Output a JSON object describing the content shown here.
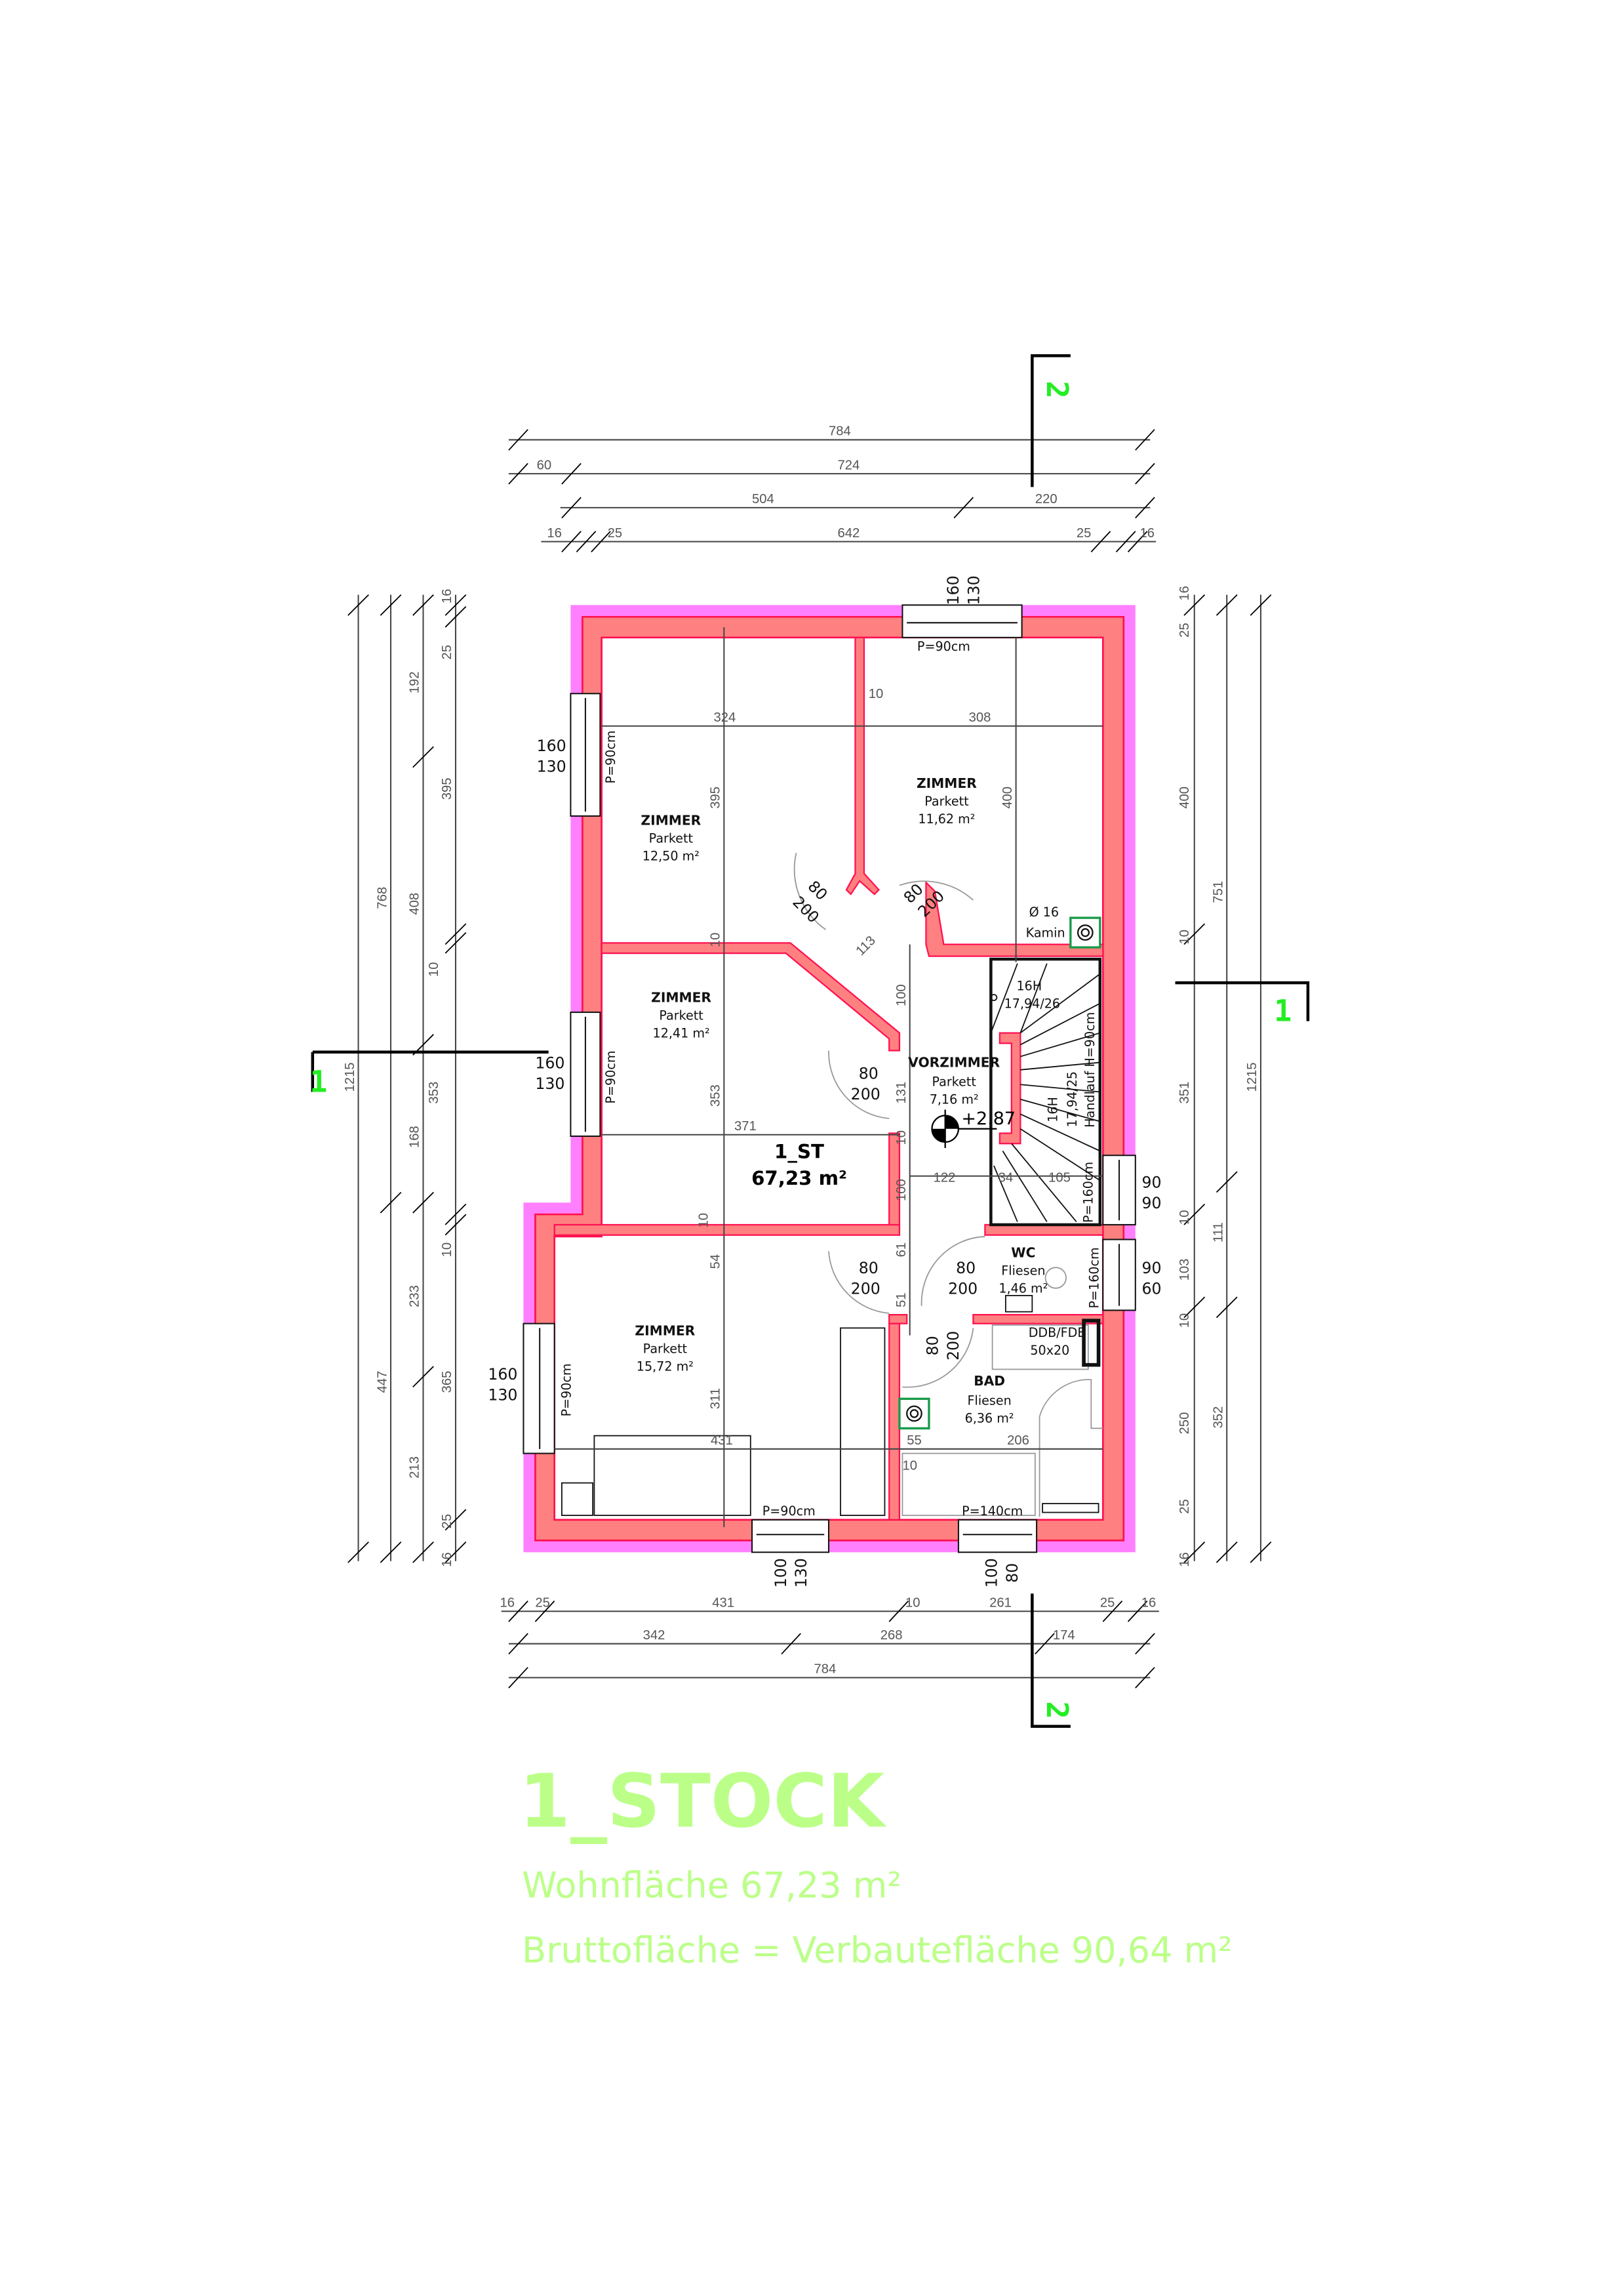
{
  "title": {
    "main": "1_STOCK",
    "wohnflaeche": "Wohnfläche  67,23 m²",
    "bruttoflaeche": "Bruttofläche = Verbautefläche  90,64 m²"
  },
  "colors": {
    "outer_layer": "#ff80ff",
    "wall": "#ff8080",
    "wall_edge": "#ff1050",
    "section_marker": "#22ee22",
    "title": "#bbff88",
    "chimney": "#1a9a4a"
  },
  "sections": {
    "a": "1",
    "b": "2"
  },
  "floor": {
    "name": "1_ST",
    "area": "67,23 m²",
    "level": "+2.87"
  },
  "rooms": [
    {
      "name": "ZIMMER",
      "floor": "Parkett",
      "area": "12,50 m²"
    },
    {
      "name": "ZIMMER",
      "floor": "Parkett",
      "area": "11,62 m²"
    },
    {
      "name": "ZIMMER",
      "floor": "Parkett",
      "area": "12,41 m²"
    },
    {
      "name": "VORZIMMER",
      "floor": "Parkett",
      "area": "7,16 m²"
    },
    {
      "name": "WC",
      "floor": "Fliesen",
      "area": "1,46 m²"
    },
    {
      "name": "BAD",
      "floor": "Fliesen",
      "area": "6,36 m²"
    },
    {
      "name": "ZIMMER",
      "floor": "Parkett",
      "area": "15,72 m²"
    }
  ],
  "annotations": {
    "kamin_dia": "Ø 16",
    "kamin": "Kamin",
    "ddb": "DDB/FDB",
    "ddb_size": "50x20",
    "stair_top_1": "16H",
    "stair_top_2": "17,94/26",
    "stair_v_1": "16H",
    "stair_v_2": "17,94/25",
    "handlauf": "Handlauf H=90cm",
    "p90": "P=90cm",
    "p140": "P=140cm",
    "p160": "P=160cm"
  },
  "windows": {
    "top": [
      "160",
      "130"
    ],
    "left1": [
      "160",
      "130"
    ],
    "left2": [
      "160",
      "130"
    ],
    "left3": [
      "160",
      "130"
    ],
    "bottom1": [
      "100",
      "130"
    ],
    "bottom2": [
      "100",
      "80"
    ],
    "right1": [
      "90",
      "90"
    ],
    "right2": [
      "90",
      "60"
    ]
  },
  "doors": {
    "w": "80",
    "h": "200"
  },
  "dims": {
    "top": {
      "r1": [
        "784"
      ],
      "r2": [
        "60",
        "724"
      ],
      "r3": [
        "504",
        "220"
      ],
      "r4": [
        "16",
        "25",
        "642",
        "25",
        "16"
      ]
    },
    "bottom": {
      "r1": [
        "16",
        "25",
        "431",
        "10",
        "261",
        "25",
        "16"
      ],
      "r2": [
        "342",
        "268",
        "174"
      ],
      "r3": [
        "784"
      ]
    },
    "left": {
      "c1": [
        "1215"
      ],
      "c2": [
        "768",
        "447"
      ],
      "c3": [
        "192",
        "408",
        "168",
        "233",
        "213"
      ],
      "c4": [
        "16",
        "25",
        "395",
        "10",
        "353",
        "10",
        "365",
        "25",
        "16"
      ]
    },
    "right": {
      "c1": [
        "16",
        "25",
        "400",
        "10",
        "351",
        "10",
        "103",
        "10",
        "250",
        "25",
        "16"
      ],
      "c2": [
        "751",
        "111",
        "352"
      ],
      "c3": [
        "1215"
      ]
    },
    "inner": [
      "324",
      "308",
      "10",
      "395",
      "400",
      "113",
      "100",
      "131",
      "371",
      "10",
      "353",
      "122",
      "34",
      "105",
      "100",
      "10",
      "54",
      "61",
      "51",
      "311",
      "431",
      "55",
      "206",
      "10",
      "10"
    ]
  }
}
